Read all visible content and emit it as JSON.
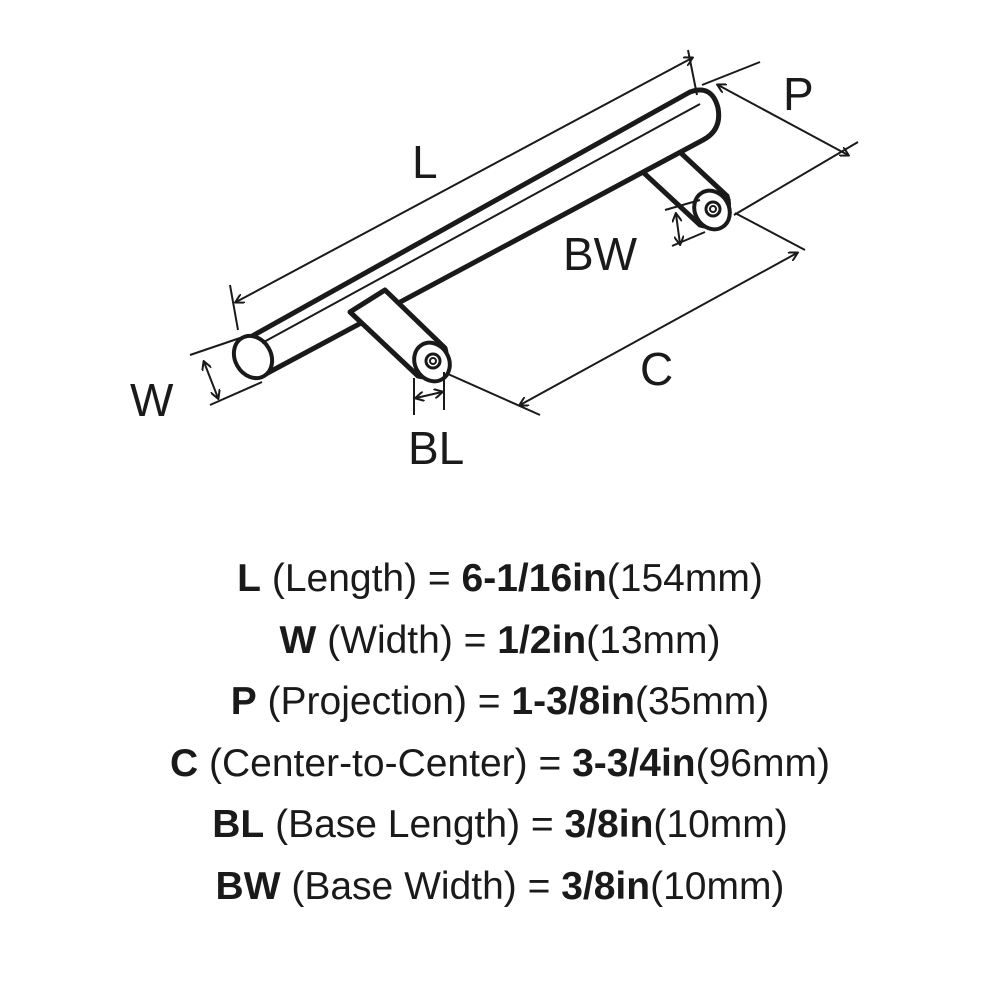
{
  "diagram": {
    "labels": {
      "L": "L",
      "P": "P",
      "BW": "BW",
      "C": "C",
      "W": "W",
      "BL": "BL"
    },
    "colors": {
      "ink": "#1a1a1a",
      "background": "#ffffff"
    }
  },
  "specs": [
    {
      "code": "L",
      "description": " (Length) = ",
      "imperial": "6-1/16in",
      "metric": "(154mm)"
    },
    {
      "code": "W",
      "description": " (Width) = ",
      "imperial": "1/2in",
      "metric": "(13mm)"
    },
    {
      "code": "P",
      "description": " (Projection) = ",
      "imperial": "1-3/8in",
      "metric": "(35mm)"
    },
    {
      "code": "C",
      "description": " (Center-to-Center) = ",
      "imperial": "3-3/4in",
      "metric": "(96mm)"
    },
    {
      "code": "BL",
      "description": " (Base Length) = ",
      "imperial": "3/8in",
      "metric": "(10mm)"
    },
    {
      "code": "BW",
      "description": " (Base Width) = ",
      "imperial": "3/8in",
      "metric": "(10mm)"
    }
  ]
}
